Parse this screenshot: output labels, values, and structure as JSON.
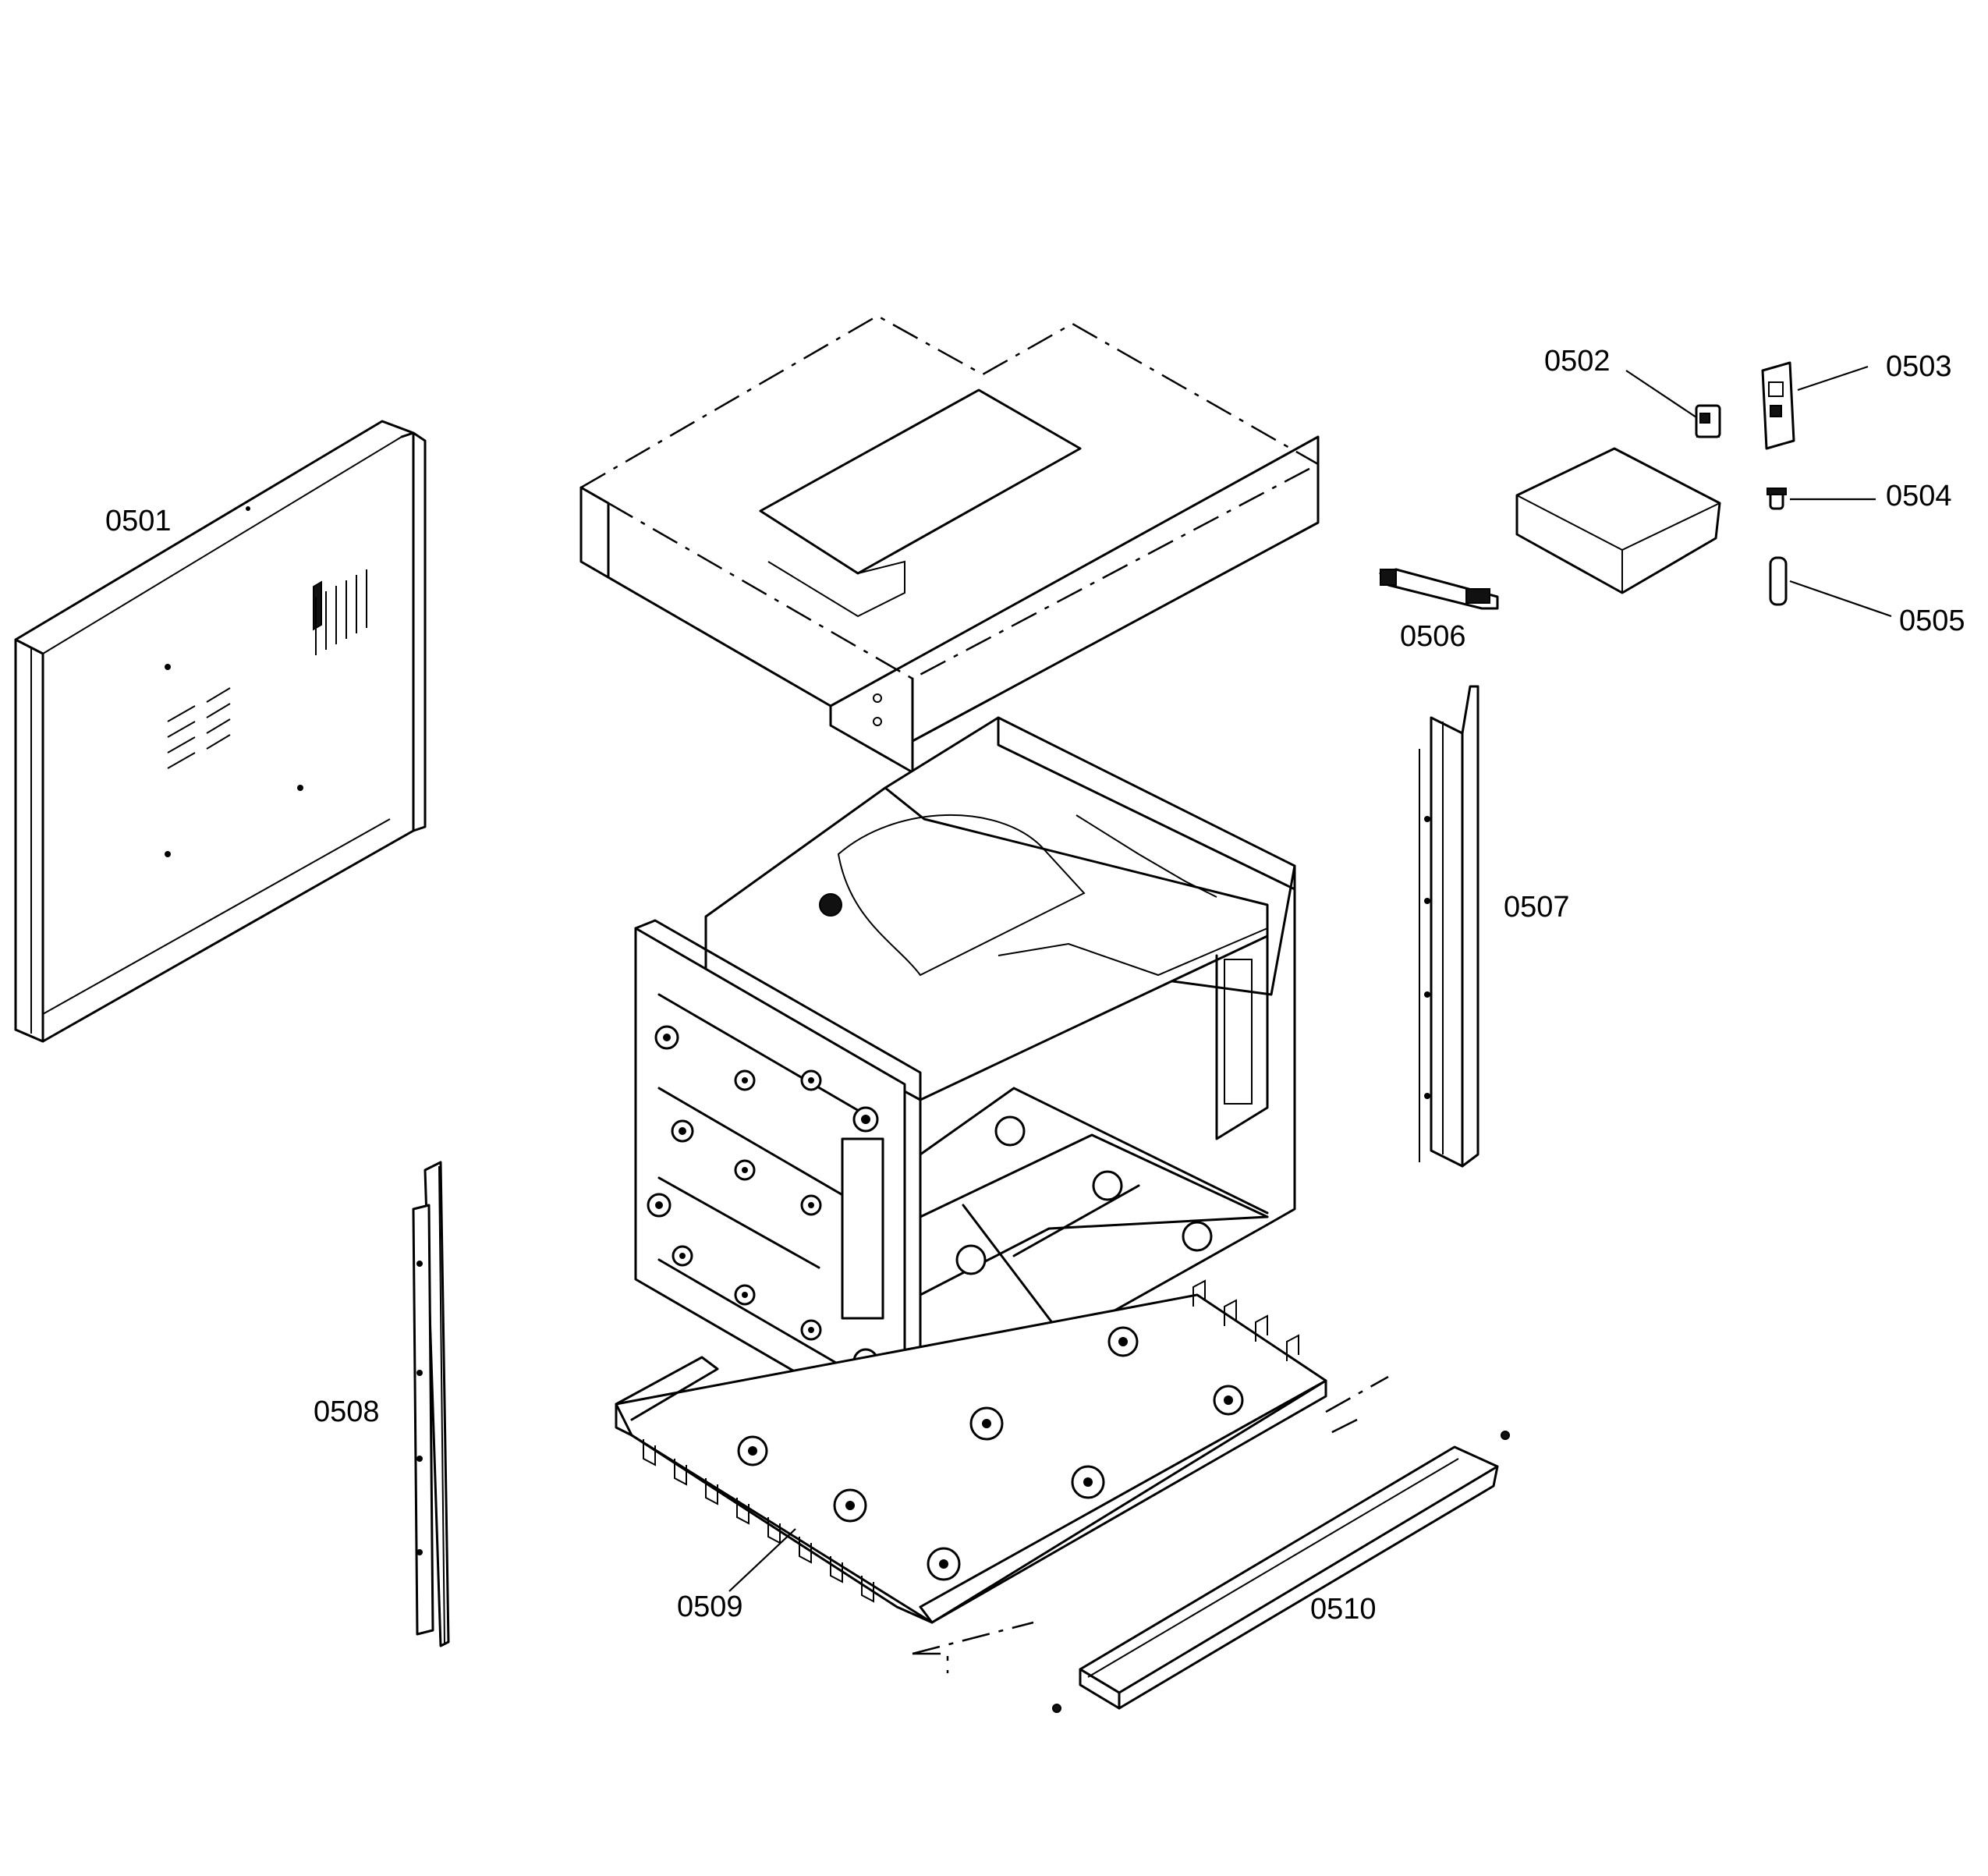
{
  "parts": [
    {
      "id": "0501"
    },
    {
      "id": "0502"
    },
    {
      "id": "0503"
    },
    {
      "id": "0504"
    },
    {
      "id": "0505"
    },
    {
      "id": "0506"
    },
    {
      "id": "0507"
    },
    {
      "id": "0508"
    },
    {
      "id": "0509"
    },
    {
      "id": "0510"
    }
  ]
}
